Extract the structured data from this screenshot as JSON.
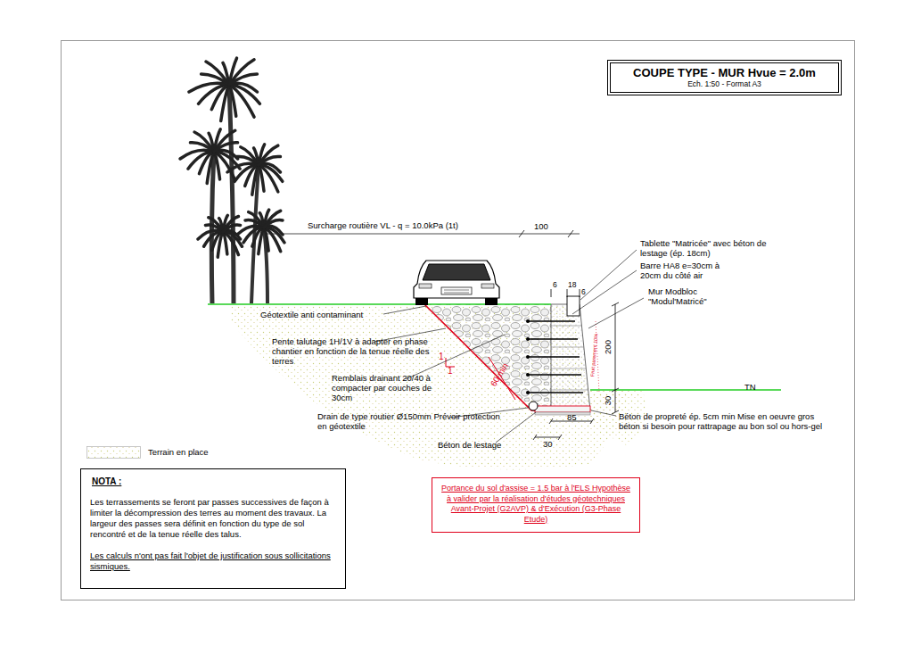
{
  "diagram": {
    "nodes": [
      {
        "text": [
          "COUPE TYPE - MUR Hvue = 2.0m",
          "Ech. 1:50 - Format A3"
        ]
      },
      {
        "text": [
          "NOTA :",
          "Les terrassements se feront par passes successives de façon à limiter la décompression des terres au moment des travaux. La largeur des passes sera définit en fonction du type de sol rencontré et de la tenue réelle des talus.",
          "Les calculs n'ont pas fait l'objet de justification sous sollicitations sismiques."
        ]
      },
      {
        "text": [
          "Portance du sol d'assise = 1.5 bar à l'ELS Hypothèse à valider par la réalisation d'études géotechniques Avant-Projet (G2AVP) & d'Exécution (G3-Phase Etude)"
        ]
      }
    ],
    "edges": [],
    "labels": [
      "Surcharge routière VL - q = 10.0kPa (1t)",
      "100",
      "Tablette \"Matricée\" avec béton de lestage (ép. 18cm)",
      "6",
      "18",
      "6",
      "Barre HA8 e=30cm à 20cm du côté air",
      "Mur Modbloc \"Modul'Matricé\"",
      "Géotextile anti contaminant",
      "Pente talutage 1H/1V à adapter en phase chantier en fonction de la tenue réelle des terres",
      "1",
      "1",
      "Remblais drainant 20/40 à compacter par couches de 30cm",
      "60 min",
      "Fruit parement 10%",
      "200",
      "30",
      "TN",
      "Drain de type routier Ø150mm Prévoir protection en géotextile",
      "85",
      "30",
      "Béton de lestage",
      "Béton de propreté ép. 5cm min Mise en oeuvre gros béton si besoin pour rattrapage au bon sol ou hors-gel"
    ],
    "legend": [
      {
        "text": "Terrain en place"
      }
    ]
  }
}
